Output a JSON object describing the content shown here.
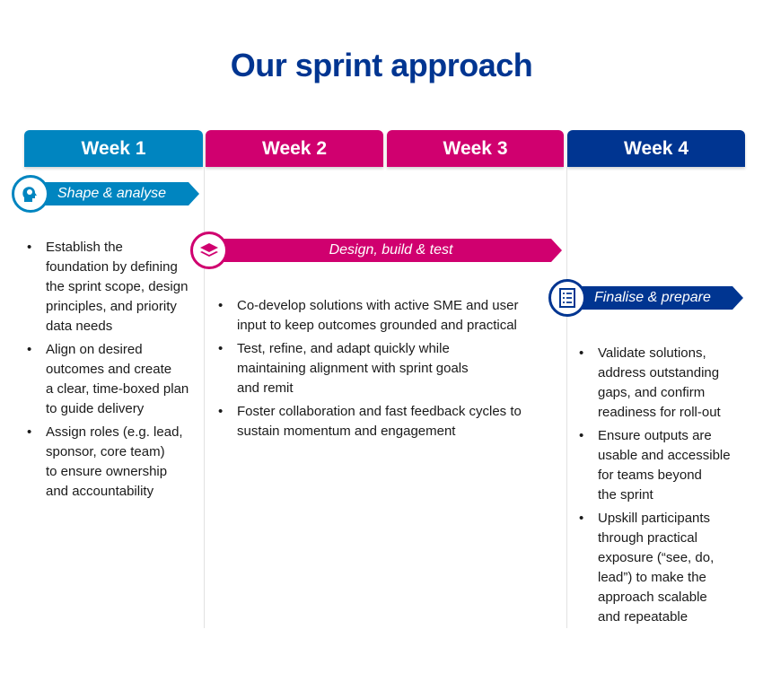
{
  "title": "Our sprint approach",
  "colors": {
    "week1": "#0085c0",
    "week23": "#d0006f",
    "week4": "#003591"
  },
  "weeks": [
    "Week 1",
    "Week 2",
    "Week 3",
    "Week 4"
  ],
  "phases": [
    {
      "label": "Shape & analyse",
      "icon": "head-lightbulb-icon"
    },
    {
      "label": "Design, build & test",
      "icon": "layers-icon"
    },
    {
      "label": "Finalise & prepare",
      "icon": "checklist-icon"
    }
  ],
  "bullets": {
    "shape": [
      "Establish the\nfoundation by defining\nthe sprint scope, design\nprinciples, and priority\ndata needs",
      "Align on desired\noutcomes and create\na clear, time-boxed plan\nto guide delivery",
      "Assign roles (e.g. lead,\nsponsor, core team)\nto ensure ownership\nand accountability"
    ],
    "design": [
      "Co-develop solutions with active SME and user\ninput to keep outcomes grounded and practical",
      "Test, refine, and adapt quickly while\nmaintaining alignment with sprint goals\nand remit",
      "Foster collaboration and fast feedback cycles to\nsustain momentum and engagement"
    ],
    "finalise": [
      "Validate solutions,\naddress outstanding\ngaps, and confirm\nreadiness for roll-out",
      "Ensure outputs are\nusable and accessible\nfor teams beyond\nthe sprint",
      "Upskill participants\nthrough practical\nexposure (“see, do,\nlead”) to make the\napproach scalable\nand repeatable"
    ]
  }
}
